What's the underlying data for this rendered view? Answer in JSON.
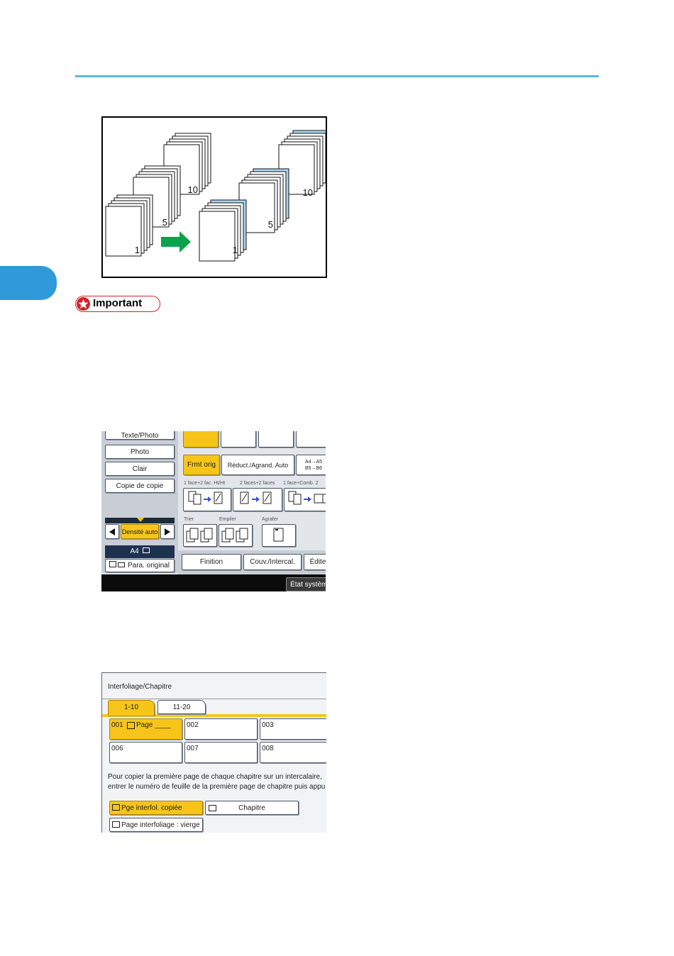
{
  "illustration": {
    "left_labels": [
      "1",
      "5",
      "10"
    ],
    "right_labels": [
      "1",
      "5",
      "10"
    ],
    "colors": {
      "page_blue": "#a7d6f2",
      "arrow_green": "#0aa24a"
    }
  },
  "important": {
    "label": "Important",
    "icon": "star-icon"
  },
  "screen1": {
    "top_partial": "Texte/Photo",
    "modes": [
      "Photo",
      "Clair",
      "Copie de copie"
    ],
    "density": {
      "left_icon": "triangle-left-icon",
      "label": "Densité auto",
      "right_icon": "triangle-right-icon"
    },
    "paper": "A4",
    "original_settings": "Para. original",
    "ratio": {
      "format": "Frmt orig",
      "auto": "Réduct./Agrand. Auto",
      "preset": "A4→A5 B5→B6"
    },
    "duplex_labels": [
      "1 face+2 fac. Ht/Ht",
      "2 faces+2 faces",
      "1 face+Comb. 2"
    ],
    "finishing_labels": [
      "Trier",
      "Empiler",
      "Agrafer"
    ],
    "tabs": [
      "Finition",
      "Couv./Intercal.",
      "Édite"
    ],
    "status": "État système"
  },
  "screen2": {
    "title": "Interfoliage/Chapitre",
    "tabs": [
      "1-10",
      "11-20"
    ],
    "cells": [
      {
        "num": "001",
        "text": "Page ____"
      },
      {
        "num": "002",
        "text": ""
      },
      {
        "num": "003",
        "text": ""
      },
      {
        "num": "006",
        "text": ""
      },
      {
        "num": "007",
        "text": ""
      },
      {
        "num": "008",
        "text": ""
      }
    ],
    "instruction_1": "Pour copier la première page de chaque chapitre sur un intercalaire,",
    "instruction_2": "entrer le numéro de feuille de la première page de chapitre puis appu",
    "btn_copied": "Pge interfol. copiée",
    "btn_chapter": "Chapitre",
    "btn_blank": "Page interfoliage : vierge",
    "colors": {
      "selected": "#f7c519"
    }
  }
}
